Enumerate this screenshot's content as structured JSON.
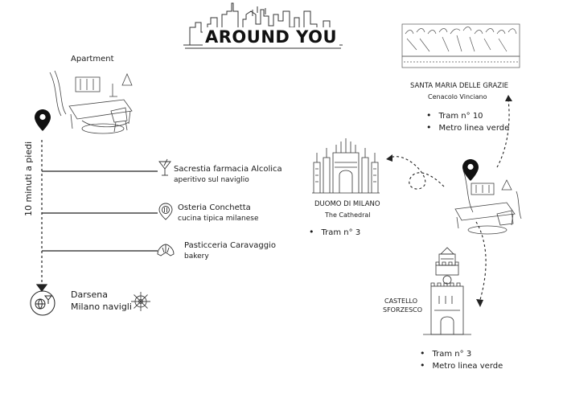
{
  "title": "AROUND YOU",
  "apartment": {
    "label": "Apartment"
  },
  "walk": {
    "label": "10 minuti a piedi"
  },
  "stops": [
    {
      "line1": "Sacrestia farmacia Alcolica",
      "line2": "aperitivo sul naviglio",
      "icon": "cocktail-icon"
    },
    {
      "line1": "Osteria Conchetta",
      "line2": "cucina tipica milanese",
      "icon": "map-pin-fork-icon"
    },
    {
      "line1": "Pasticceria Caravaggio",
      "line2": "bakery",
      "icon": "croissant-icon"
    }
  ],
  "darsena": {
    "line1": "Darsena",
    "line2": "Milano navigli",
    "icons": [
      "cocktail-globe-icon",
      "ship-wheel-icon"
    ]
  },
  "santa_maria": {
    "name": "SANTA MARIA DELLE GRAZIE",
    "subtitle": "Cenacolo Vinciano",
    "items": [
      "Tram n° 10",
      "Metro linea verde"
    ]
  },
  "duomo": {
    "name": "DUOMO DI MILANO",
    "subtitle": "The Cathedral",
    "items": [
      "Tram n° 3"
    ]
  },
  "castello": {
    "line1": "CASTELLO",
    "line2": "SFORZESCO",
    "items": [
      "Tram n° 3",
      "Metro linea verde"
    ]
  },
  "colors": {
    "ink": "#1a1a1a",
    "sketch": "#444444",
    "background": "#ffffff"
  }
}
